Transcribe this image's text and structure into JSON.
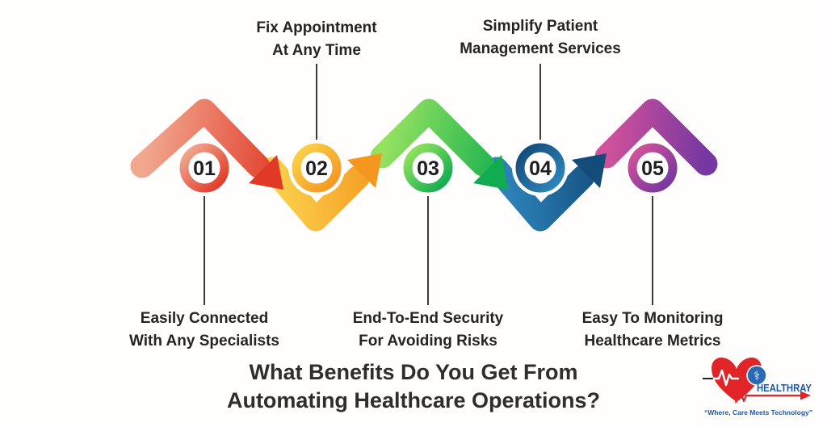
{
  "diagram": {
    "background": "#FFFEFC",
    "line_color": "#3C3C3C",
    "number_color": "#1E1E1E",
    "label_color": "#242424"
  },
  "steps": [
    {
      "number": "01",
      "color_start": "#F2A78F",
      "color_end": "#E03A26",
      "label_line1": "Easily Connected",
      "label_line2": "With Any Specialists",
      "label_position": "below"
    },
    {
      "number": "02",
      "color_start": "#FAD14B",
      "color_end": "#F5971F",
      "label_line1": "Fix Appointment",
      "label_line2": "At Any Time",
      "label_position": "above"
    },
    {
      "number": "03",
      "color_start": "#93E25F",
      "color_end": "#10AC4F",
      "label_line1": "End-To-End Security",
      "label_line2": "For Avoiding Risks",
      "label_position": "below"
    },
    {
      "number": "04",
      "color_start": "#2E86BD",
      "color_end": "#134B7A",
      "label_line1": "Simplify Patient",
      "label_line2": "Management Services",
      "label_position": "above"
    },
    {
      "number": "05",
      "color_start": "#D1529A",
      "color_end": "#7537A1",
      "label_line1": "Easy To Monitoring",
      "label_line2": "Healthcare Metrics",
      "label_position": "below"
    }
  ],
  "title": {
    "line1": "What Benefits Do You Get From",
    "line2": "Automating Healthcare Operations?",
    "color": "#2E2E2E"
  },
  "logo": {
    "name": "HEALTHRAY",
    "tagline": "“Where, Care Meets Technology”",
    "heart_color": "#E02428",
    "badge_color": "#2A6AB5",
    "text_color": "#1C58A7",
    "symbol": "⚕"
  }
}
